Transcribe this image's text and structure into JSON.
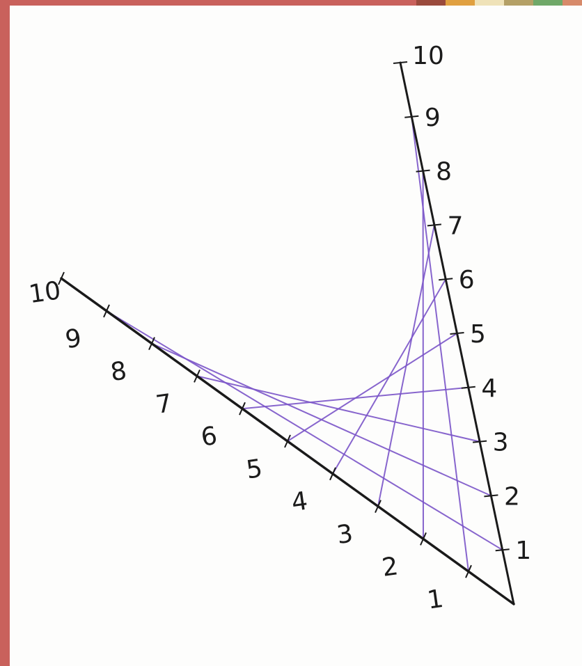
{
  "diagram": {
    "type": "string-art-curve",
    "division_count": 10,
    "left_axis_labels": [
      "1",
      "2",
      "3",
      "4",
      "5",
      "6",
      "7",
      "8",
      "9",
      "10"
    ],
    "right_axis_labels": [
      "1",
      "2",
      "3",
      "4",
      "5",
      "6",
      "7",
      "8",
      "9",
      "10"
    ],
    "colors": {
      "axes": "#1a1a1a",
      "strings": "#7b55c9",
      "paper": "#fdfdfc",
      "border": "#c9615c"
    }
  }
}
